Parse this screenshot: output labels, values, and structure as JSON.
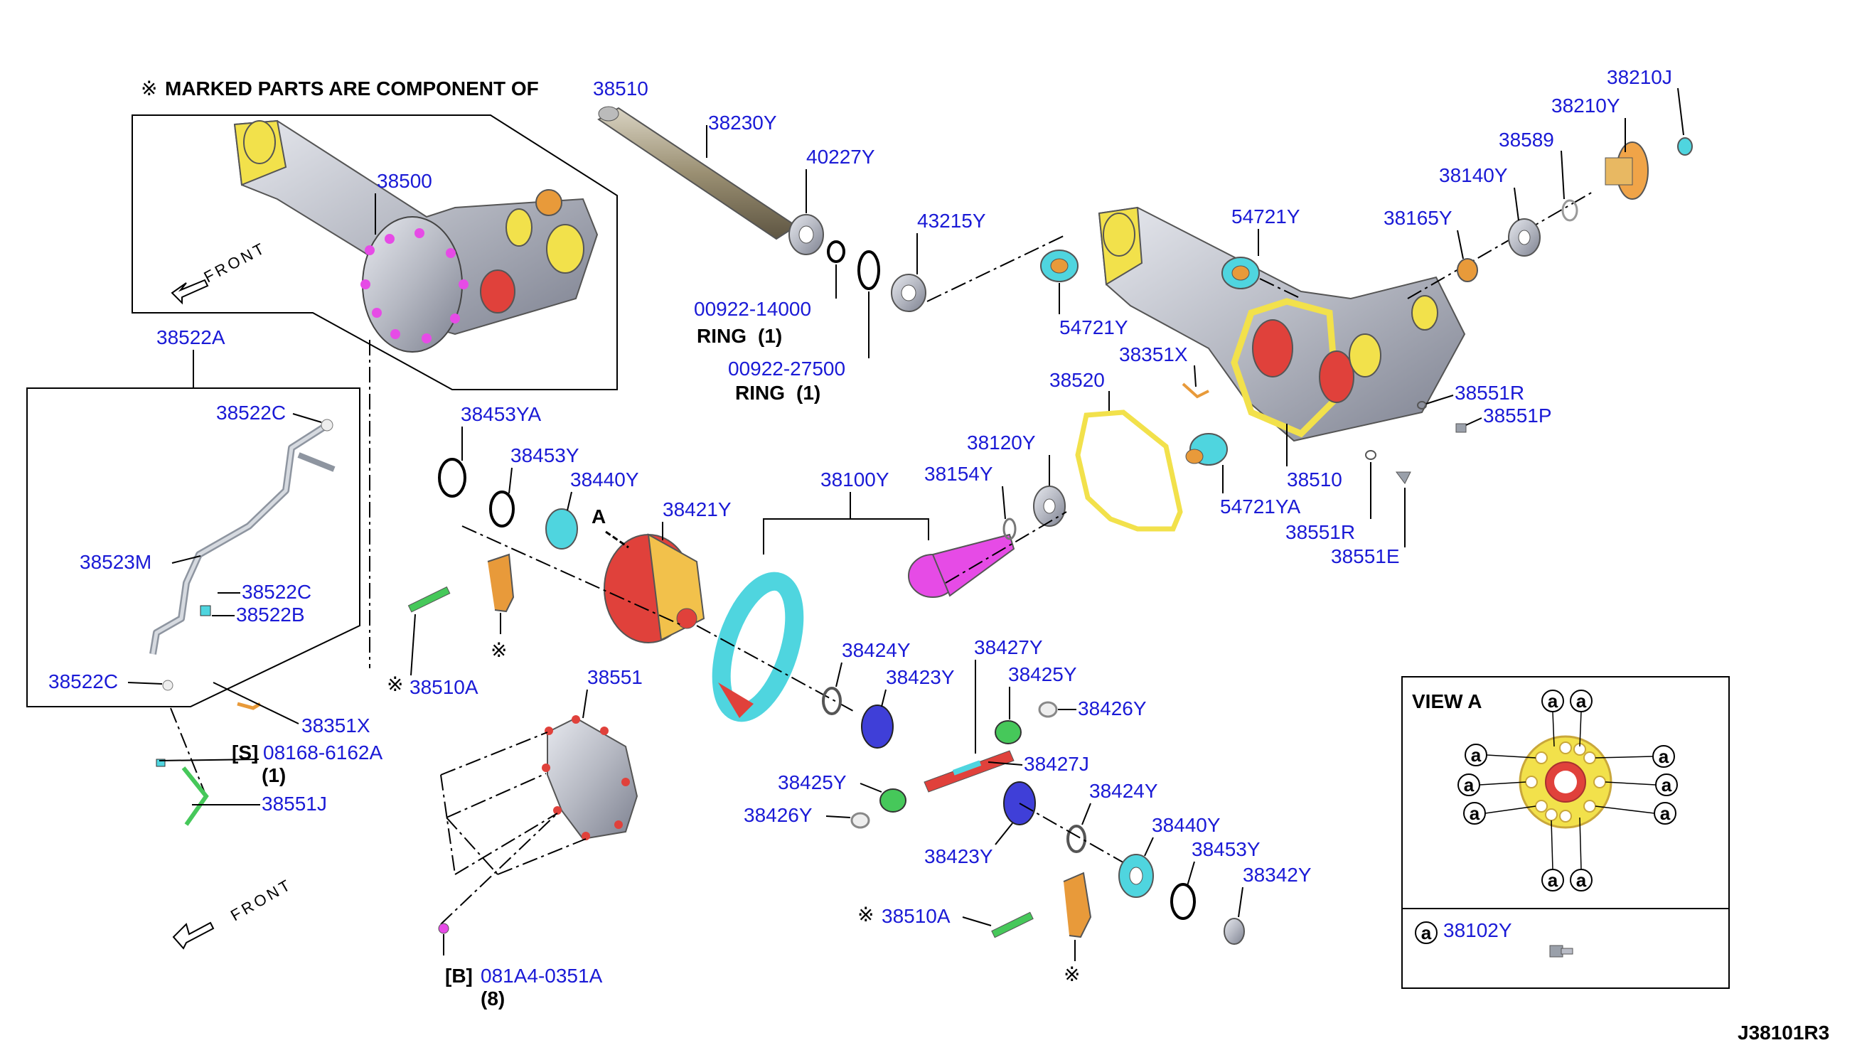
{
  "header": {
    "note_mark": "※",
    "note_text": "MARKED PARTS ARE COMPONENT OF",
    "note_part": "38510"
  },
  "labels": {
    "p38500": "38500",
    "p38522A": "38522A",
    "p38522C_top": "38522C",
    "p38522C_mid": "38522C",
    "p38522B": "38522B",
    "p38522C_bot": "38522C",
    "p38523M": "38523M",
    "p38351X_left": "38351X",
    "p08168": "08168-6162A",
    "p38551J": "38551J",
    "p38230Y": "38230Y",
    "p40227Y": "40227Y",
    "p43215Y": "43215Y",
    "p00922_14000": "00922-14000",
    "p00922_27500": "00922-27500",
    "p54721Y_top": "54721Y",
    "p54721Y_left": "54721Y",
    "p38351X_right": "38351X",
    "p38520": "38520",
    "p38120Y": "38120Y",
    "p38154Y": "38154Y",
    "p38100Y": "38100Y",
    "p54721YA": "54721YA",
    "p38510_right": "38510",
    "p38551R_top": "38551R",
    "p38551P": "38551P",
    "p38551R_bot": "38551R",
    "p38551E": "38551E",
    "p38210J": "38210J",
    "p38210Y": "38210Y",
    "p38589": "38589",
    "p38140Y": "38140Y",
    "p38165Y": "38165Y",
    "p38453YA": "38453YA",
    "p38453Y_top": "38453Y",
    "p38440Y_top": "38440Y",
    "p38421Y": "38421Y",
    "p38510A_left": "38510A",
    "p38551": "38551",
    "p081A4": "081A4-0351A",
    "p38424Y_top": "38424Y",
    "p38423Y_top": "38423Y",
    "p38427Y": "38427Y",
    "p38425Y_top": "38425Y",
    "p38426Y_top": "38426Y",
    "p38425Y_bot": "38425Y",
    "p38427J": "38427J",
    "p38426Y_bot": "38426Y",
    "p38424Y_bot": "38424Y",
    "p38423Y_bot": "38423Y",
    "p38440Y_bot": "38440Y",
    "p38453Y_bot": "38453Y",
    "p38342Y": "38342Y",
    "p38510A_bot": "38510A",
    "p38102Y": "38102Y"
  },
  "tags": {
    "ring1": "RING",
    "ring1_qty": "(1)",
    "ring2": "RING",
    "ring2_qty": "(1)",
    "s_tag": "[S]",
    "s_qty": "(1)",
    "b_tag": "[B]",
    "b_qty": "(8)",
    "view_a_marker": "A",
    "mark1": "※",
    "mark2": "※",
    "mark3": "※",
    "mark4": "※"
  },
  "front_labels": {
    "top": "FRONT",
    "bottom": "FRONT"
  },
  "view_a": {
    "title": "VIEW A",
    "bolt_letter": "a",
    "legend_letter": "a"
  },
  "diagram_code": "J38101R3",
  "colors": {
    "label_blue": "#1a1ad6",
    "housing_gray": "#b9bcc6",
    "highlight_yellow": "#f2e14b",
    "cyan_part": "#4fd5df",
    "red_part": "#e0413b",
    "magenta_part": "#e64be6",
    "green_part": "#46c85a",
    "purple_part": "#3f3fd8",
    "orange_part": "#e89a3a"
  }
}
